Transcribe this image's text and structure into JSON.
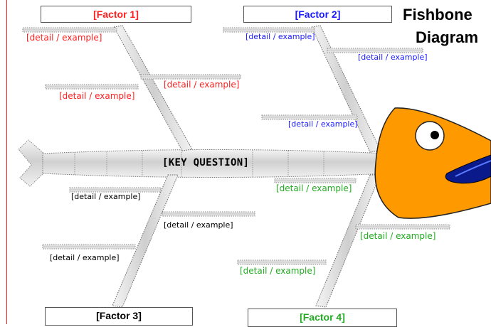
{
  "title": {
    "line1": "Fishbone",
    "line2": "Diagram"
  },
  "key_question": "[KEY QUESTION]",
  "colors": {
    "factor1": "#ff2020",
    "factor2": "#1a1aff",
    "factor3": "#000000",
    "factor4": "#22aa22",
    "fish_body": "#ff9900",
    "fish_mouth": "#0a1a8a",
    "margin_line": "#ff2020"
  },
  "factors": [
    {
      "label": "[Factor 1]",
      "details": [
        "[detail / example]",
        "[detail / example]",
        "[detail / example]"
      ]
    },
    {
      "label": "[Factor 2]",
      "details": [
        "[detail / example]",
        "[detail / example]",
        "[detail / example]"
      ]
    },
    {
      "label": "[Factor 3]",
      "details": [
        "[detail / example]",
        "[detail / example]",
        "[detail / example]"
      ]
    },
    {
      "label": "[Factor 4]",
      "details": [
        "[detail / example]",
        "[detail / example]",
        "[detail / example]"
      ]
    }
  ]
}
